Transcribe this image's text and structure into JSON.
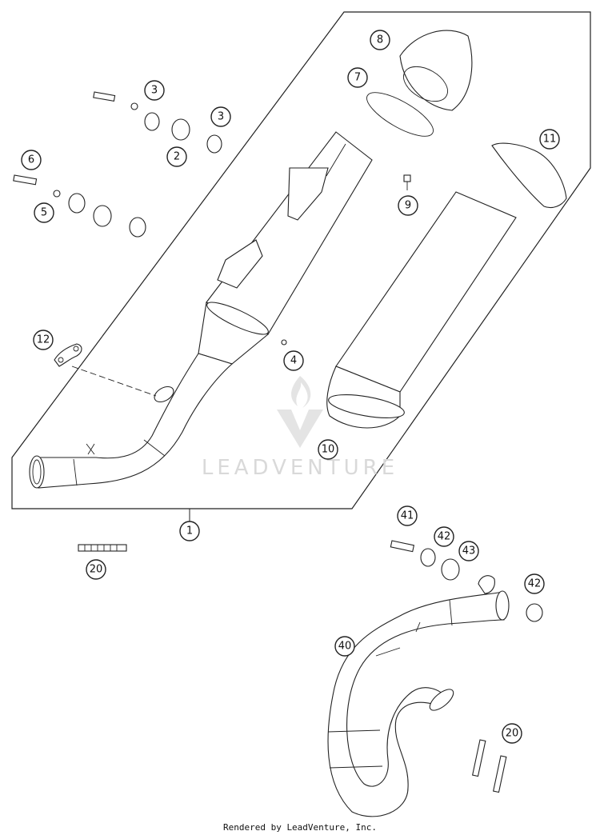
{
  "callouts": {
    "c1": "1",
    "c2": "2",
    "c3a": "3",
    "c3b": "3",
    "c4": "4",
    "c5": "5",
    "c6": "6",
    "c7": "7",
    "c8": "8",
    "c9": "9",
    "c10": "10",
    "c11": "11",
    "c12": "12",
    "c20a": "20",
    "c20b": "20",
    "c40": "40",
    "c41": "41",
    "c42a": "42",
    "c42b": "42",
    "c43": "43"
  },
  "watermark": {
    "text": "LEADVENTURE",
    "logo": "leadventure-flame-logo"
  },
  "footer": {
    "text": "Rendered by LeadVenture, Inc."
  },
  "colors": {
    "line": "#222222",
    "watermark": "#d9d9d9",
    "background": "#ffffff"
  }
}
